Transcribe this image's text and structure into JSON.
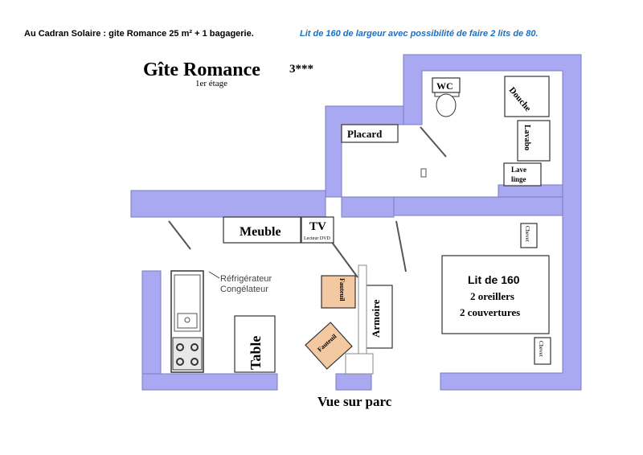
{
  "header": {
    "left": "Au Cadran Solaire : gite Romance 25 m² + 1 bagagerie.",
    "right": "Lit de 160 de largeur avec possibilité de faire 2 lits de 80."
  },
  "plan": {
    "title": "Gîte Romance",
    "stars": "3***",
    "floor": "1er étage",
    "footer": "Vue sur parc"
  },
  "rooms": {
    "wc": "WC",
    "douche": "Douche",
    "lavabo": "Lavabo",
    "lave_linge_1": "Lave",
    "lave_linge_2": "linge",
    "placard": "Placard",
    "meuble": "Meuble",
    "tv": "TV",
    "lecteur": "Lecteur DVD",
    "refrigerateur": "Réfrigérateur",
    "congelateur": "Congélateur",
    "table": "Table",
    "fauteuil_1": "Fauteuil",
    "fauteuil_2": "Fauteuil",
    "armoire": "Armoire",
    "lit_title": "Lit de 160",
    "lit_line2": "2 oreillers",
    "lit_line3": "2 couvertures",
    "chevet_1": "Chevet",
    "chevet_2": "Chevet"
  },
  "colors": {
    "wall": "#a9a9f2",
    "wall_stroke": "#7a7ac4",
    "furniture_tan": "#f2c9a0",
    "caption_blue": "#1a6fc4"
  }
}
